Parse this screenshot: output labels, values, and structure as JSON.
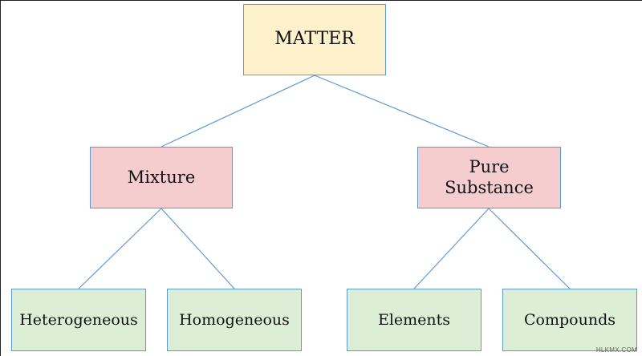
{
  "diagram": {
    "root": {
      "label": "MATTER"
    },
    "mixture": {
      "label": "Mixture"
    },
    "pure": {
      "label": "Pure\nSubstance"
    },
    "heterogeneous": {
      "label": "Heterogeneous"
    },
    "homogeneous": {
      "label": "Homogeneous"
    },
    "elements": {
      "label": "Elements"
    },
    "compounds": {
      "label": "Compounds"
    }
  },
  "colors": {
    "root_fill": "#fdf1cc",
    "category_fill": "#f6cdcf",
    "leaf_fill": "#dceed5",
    "border": "#5b9bd5",
    "connector": "#5b9bd5"
  },
  "watermark": "HLKMX.COM"
}
